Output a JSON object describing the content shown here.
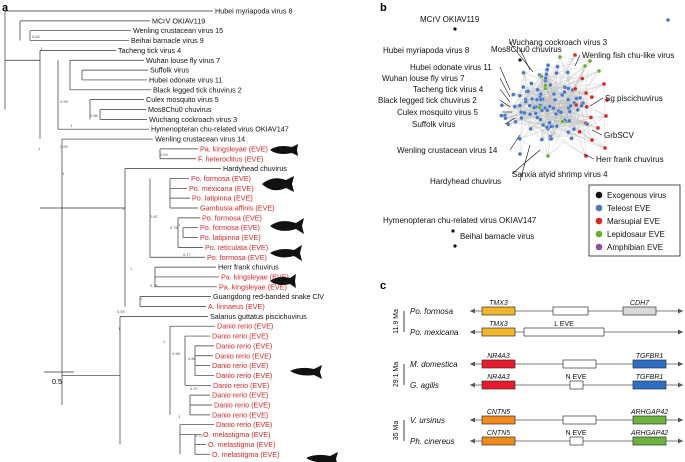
{
  "panels": {
    "a": "a",
    "b": "b",
    "c": "c"
  },
  "tree": {
    "scale_label": "0.5",
    "leaves": [
      {
        "text": "Hubei myriapoda virus 8",
        "red": false
      },
      {
        "text": "MCrV OKIAV119",
        "red": false
      },
      {
        "text": "Wenling crustacean virus 15",
        "red": false
      },
      {
        "text": "Beihai barnacle virus 9",
        "red": false
      },
      {
        "text": "Tacheng tick virus 4",
        "red": false
      },
      {
        "text": "Wuhan louse fly virus 7",
        "red": false
      },
      {
        "text": "Suffolk virus",
        "red": false
      },
      {
        "text": "Hubei odonate virus 11",
        "red": false
      },
      {
        "text": "Black legged tick chuvirus 2",
        "red": false
      },
      {
        "text": "Culex mosquito virus 5",
        "red": false
      },
      {
        "text": "Mos8Chu0 chuvirus",
        "red": false
      },
      {
        "text": "Wuchang cockroach virus 3",
        "red": false
      },
      {
        "text": "Hymenopteran chu-related virus OKIAV147",
        "red": false
      },
      {
        "text": "Wenling crustacean virus 14",
        "red": false
      },
      {
        "text": "Pa. kingsleyae (EVE)",
        "red": true
      },
      {
        "text": "F. heteroclitus (EVE)",
        "red": true
      },
      {
        "text": "Hardyhead chuvirus",
        "red": false
      },
      {
        "text": "Po. formosa (EVE)",
        "red": true
      },
      {
        "text": "Po. mexicana (EVE)",
        "red": true
      },
      {
        "text": "Po. latipinna (EVE)",
        "red": true
      },
      {
        "text": "Gambusia affinis (EVE)",
        "red": true
      },
      {
        "text": "Po. formosa (EVE)",
        "red": true
      },
      {
        "text": "Po. formosa (EVE)",
        "red": true
      },
      {
        "text": "Po. latipinna (EVE)",
        "red": true
      },
      {
        "text": "Po. reticulata (EVE)",
        "red": true
      },
      {
        "text": "Po. formosa (EVE)",
        "red": true
      },
      {
        "text": "Herr frank chuvirus",
        "red": false
      },
      {
        "text": "Pa. kingsleyae (EVE)",
        "red": true
      },
      {
        "text": "Pa. kingsleyae (EVE)",
        "red": true
      },
      {
        "text": "Guangdong red-banded snake ClV",
        "red": false
      },
      {
        "text": "A. linnaeus (EVE)",
        "red": true
      },
      {
        "text": "Salarius guttatus piscichuvirus",
        "red": false
      },
      {
        "text": "Danio rerio (EVE)",
        "red": true
      },
      {
        "text": "Danio rerio (EVE)",
        "red": true
      },
      {
        "text": "Danio rerio (EVE)",
        "red": true
      },
      {
        "text": "Danio rerio (EVE)",
        "red": true
      },
      {
        "text": "Danio rerio (EVE)",
        "red": true
      },
      {
        "text": "Danio rerio (EVE)",
        "red": true
      },
      {
        "text": "Danio rerio (EVE)",
        "red": true
      },
      {
        "text": "Danio rerio (EVE)",
        "red": true
      },
      {
        "text": "Danio rerio (EVE)",
        "red": true
      },
      {
        "text": "Danio rerio (EVE)",
        "red": true
      },
      {
        "text": "Danio rerio (EVE)",
        "red": true
      },
      {
        "text": "O. melastigma (EVE)",
        "red": true
      },
      {
        "text": "O. melastigma (EVE)",
        "red": true
      },
      {
        "text": "O. melastigma (EVE)",
        "red": true
      }
    ],
    "supports": [
      "0.84",
      "1",
      "0.99",
      "1",
      "0.86",
      "1",
      "1",
      "0.63",
      "0.59",
      "1",
      "0.87",
      "0.76",
      "1",
      "0.77",
      "1",
      "0.76",
      "1",
      "0.59",
      "1",
      "1",
      "0.98",
      "0.88",
      "0.97",
      "1",
      "0.72"
    ]
  },
  "network": {
    "labels": [
      "MCrV OKIAV119",
      "Mos8Chu0 chuvirus",
      "Wuchang cockroach virus 3",
      "Hubei myriapoda virus 8",
      "Wenling fish chu-like virus",
      "Hubei odonate virus 11",
      "Wuhan louse fly virus 7",
      "Tacheng tick virus 4",
      "Black legged tick chuvirus 2",
      "Sg piscichuvirus",
      "Culex mosquito virus 5",
      "Suffolk virus",
      "GrbSCV",
      "Herr frank chuvirus",
      "Wenling crustacean virus 14",
      "Sanxia atyid shrimp virus 4",
      "Hardyhead chuvirus",
      "Hymenopteran chu-related virus OKIAV147",
      "Beihai barnacle virus"
    ],
    "legend": [
      {
        "label": "Exogenous virus",
        "color": "#111111"
      },
      {
        "label": "Teleost EVE",
        "color": "#4a78c2"
      },
      {
        "label": "Marsupial EVE",
        "color": "#d62728"
      },
      {
        "label": "Lepidosaur EVE",
        "color": "#66b032"
      },
      {
        "label": "Amphibian EVE",
        "color": "#8e4fa3"
      }
    ]
  },
  "synteny": {
    "groups": [
      {
        "age": "11.9 Ma",
        "species": [
          "Po. formosa",
          "Po. mexicana"
        ],
        "genes": [
          "TMX3",
          "CDH7",
          "TMX3"
        ],
        "eve": "L EVE"
      },
      {
        "age": "29.1 Ma",
        "species": [
          "M. domestica",
          "G. agilis"
        ],
        "genes": [
          "NR4A3",
          "TGFBR1",
          "NR4A3",
          "TGFBR1"
        ],
        "eve": "N EVE"
      },
      {
        "age": "35 Ma",
        "species": [
          "V. ursinus",
          "Ph. cinereus"
        ],
        "genes": [
          "CNTN5",
          "ARHGAP42",
          "CNTN5",
          "ARHGAP42"
        ],
        "eve": "N EVE"
      }
    ]
  }
}
